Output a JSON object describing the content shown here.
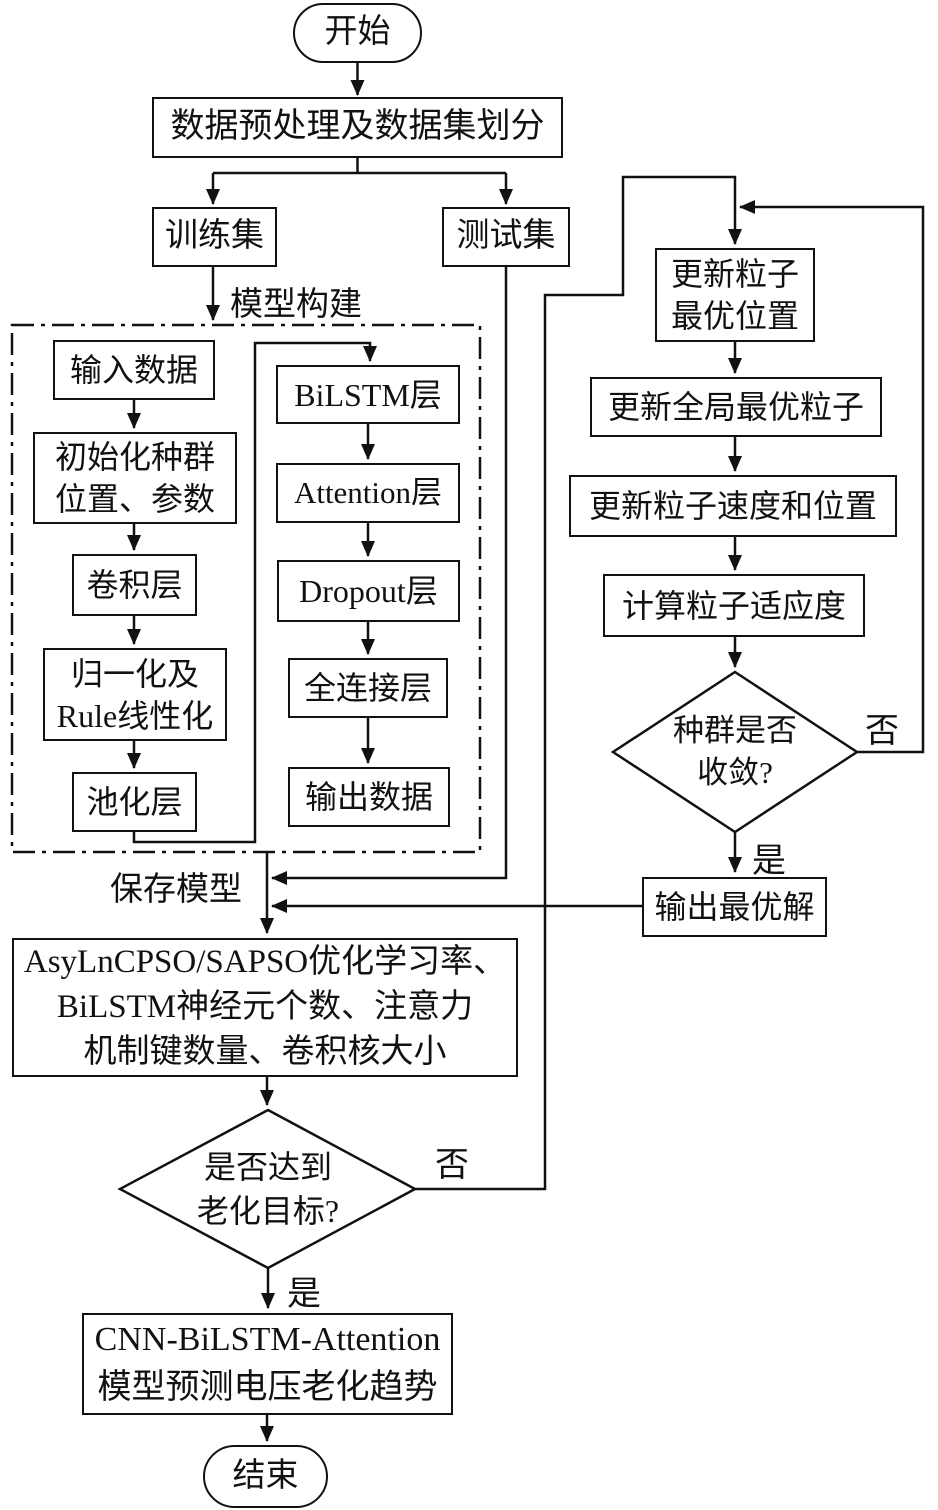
{
  "flowchart": {
    "nodes": {
      "start": "开始",
      "preprocess": "数据预处理及数据集划分",
      "train_set": "训练集",
      "test_set": "测试集",
      "input_data": "输入数据",
      "init_population": "初始化种群\n位置、参数",
      "conv_layer": "卷积层",
      "normalize": "归一化及\nRule线性化",
      "pool_layer": "池化层",
      "bilstm_layer": "BiLSTM层",
      "attention_layer": "Attention层",
      "dropout_layer": "Dropout层",
      "fc_layer": "全连接层",
      "output_data": "输出数据",
      "update_particle_best": "更新粒子\n最优位置",
      "update_global_best": "更新全局最优粒子",
      "update_velocity": "更新粒子速度和位置",
      "calc_fitness": "计算粒子适应度",
      "converge_decision": "种群是否\n收敛?",
      "output_best": "输出最优解",
      "optimize": "AsyLnCPSO/SAPSO优化学习率、\nBiLSTM神经元个数、注意力\n机制键数量、卷积核大小",
      "aging_decision": "是否达到\n老化目标?",
      "cnn_predict": "CNN-BiLSTM-Attention\n模型预测电压老化趋势",
      "end": "结束"
    },
    "edge_labels": {
      "model_build": "模型构建",
      "save_model": "保存模型",
      "no_top": "否",
      "yes_top": "是",
      "no_bottom": "否",
      "yes_bottom": "是"
    },
    "colors": {
      "line": "#111111",
      "background": "#ffffff",
      "node_fill": "#ffffff"
    }
  }
}
